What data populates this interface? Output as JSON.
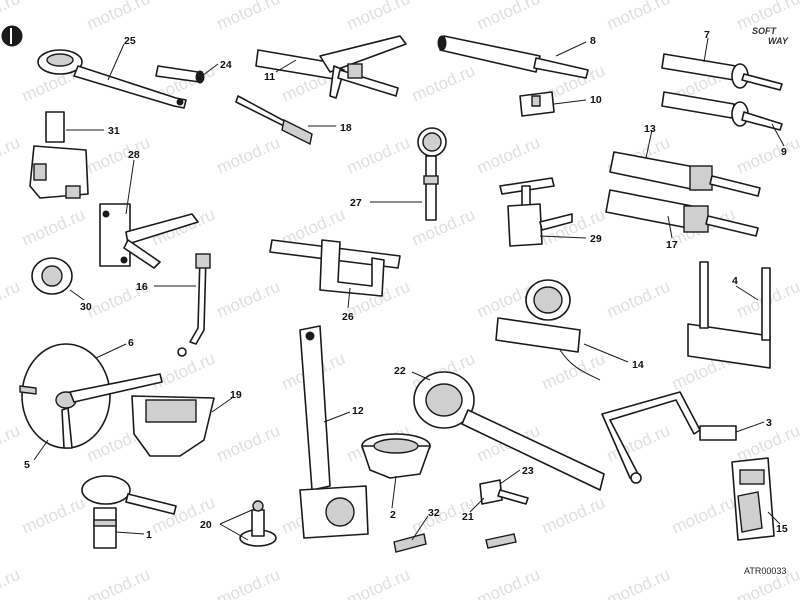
{
  "diagram": {
    "code": "ATR00033",
    "watermark": "motod.ru",
    "logo": {
      "line1": "SOFT",
      "line2": "WAY"
    },
    "callouts": [
      {
        "id": "c1",
        "label": "1"
      },
      {
        "id": "c2",
        "label": "2"
      },
      {
        "id": "c3",
        "label": "3"
      },
      {
        "id": "c4",
        "label": "4"
      },
      {
        "id": "c5",
        "label": "5"
      },
      {
        "id": "c6",
        "label": "6"
      },
      {
        "id": "c7",
        "label": "7"
      },
      {
        "id": "c8",
        "label": "8"
      },
      {
        "id": "c9",
        "label": "9"
      },
      {
        "id": "c10",
        "label": "10"
      },
      {
        "id": "c11",
        "label": "11"
      },
      {
        "id": "c12",
        "label": "12"
      },
      {
        "id": "c13",
        "label": "13"
      },
      {
        "id": "c14",
        "label": "14"
      },
      {
        "id": "c15",
        "label": "15"
      },
      {
        "id": "c16",
        "label": "16"
      },
      {
        "id": "c17",
        "label": "17"
      },
      {
        "id": "c18",
        "label": "18"
      },
      {
        "id": "c19",
        "label": "19"
      },
      {
        "id": "c20",
        "label": "20"
      },
      {
        "id": "c21",
        "label": "21"
      },
      {
        "id": "c22",
        "label": "22"
      },
      {
        "id": "c23",
        "label": "23"
      },
      {
        "id": "c24",
        "label": "24"
      },
      {
        "id": "c25",
        "label": "25"
      },
      {
        "id": "c26",
        "label": "26"
      },
      {
        "id": "c27",
        "label": "27"
      },
      {
        "id": "c28",
        "label": "28"
      },
      {
        "id": "c29",
        "label": "29"
      },
      {
        "id": "c30",
        "label": "30"
      },
      {
        "id": "c31",
        "label": "31"
      },
      {
        "id": "c32",
        "label": "32"
      }
    ]
  }
}
